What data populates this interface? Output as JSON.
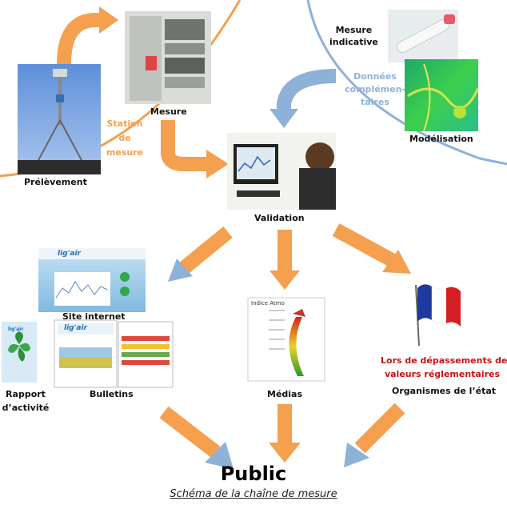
{
  "labels": {
    "prelevement": "Prélèvement",
    "mesure": "Mesure",
    "station": [
      "Station",
      "de",
      "mesure"
    ],
    "mesure_indicative": [
      "Mesure",
      "indicative"
    ],
    "donnees": [
      "Données",
      "complémen-",
      "taires"
    ],
    "modelisation": "Modélisation",
    "validation": "Validation",
    "site_internet": "Site internet",
    "rapport": [
      "Rapport",
      "d’activité"
    ],
    "bulletins": "Bulletins",
    "medias": "Médias",
    "depassement": [
      "Lors de dépassements de",
      "valeurs réglementaires"
    ],
    "organismes": "Organismes de l’état",
    "public": "Public",
    "caption": "Schéma de la chaîne de mesure"
  },
  "colors": {
    "orange": "#f4a04f",
    "blue": "#8eb1d8",
    "red_text": "#cc1111"
  },
  "icons": {
    "prelevement": "air-sampler-photo",
    "mesure": "lab-rack-photo",
    "mesure_indicative": "tube-photo",
    "modelisation": "pollution-map-photo",
    "validation": "computer-workstation-photo",
    "site_internet": "website-screenshot",
    "rapport": "report-cover",
    "bulletins": "bulletin-pages",
    "medias": "pollution-index-gauge",
    "organismes": "french-flag"
  },
  "screens": {
    "site_logo": "lig'air",
    "bulletin_logo": "lig'air",
    "index_title": "Indice Atmo",
    "rapport_logo": "lig'air"
  }
}
